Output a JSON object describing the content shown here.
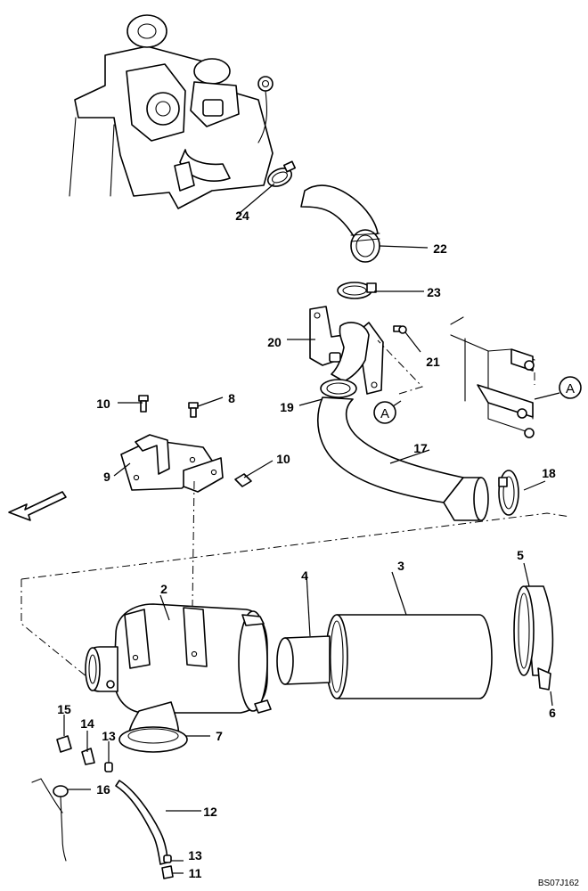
{
  "callout_marker": "A",
  "drawing_code": "BS07J162",
  "parts": [
    {
      "id": "p1",
      "number": "2"
    },
    {
      "id": "p2",
      "number": "3"
    },
    {
      "id": "p3",
      "number": "4"
    },
    {
      "id": "p4",
      "number": "5"
    },
    {
      "id": "p5",
      "number": "6"
    },
    {
      "id": "p6",
      "number": "7"
    },
    {
      "id": "p7",
      "number": "8"
    },
    {
      "id": "p8",
      "number": "9"
    },
    {
      "id": "p9",
      "number": "10"
    },
    {
      "id": "p10",
      "number": "10"
    },
    {
      "id": "p11",
      "number": "11"
    },
    {
      "id": "p12",
      "number": "12"
    },
    {
      "id": "p13",
      "number": "13"
    },
    {
      "id": "p14",
      "number": "13"
    },
    {
      "id": "p15",
      "number": "14"
    },
    {
      "id": "p16",
      "number": "15"
    },
    {
      "id": "p17",
      "number": "16"
    },
    {
      "id": "p18",
      "number": "17"
    },
    {
      "id": "p19",
      "number": "18"
    },
    {
      "id": "p20",
      "number": "19"
    },
    {
      "id": "p21",
      "number": "20"
    },
    {
      "id": "p22",
      "number": "21"
    },
    {
      "id": "p23",
      "number": "22"
    },
    {
      "id": "p24",
      "number": "23"
    },
    {
      "id": "p25",
      "number": "24"
    }
  ]
}
